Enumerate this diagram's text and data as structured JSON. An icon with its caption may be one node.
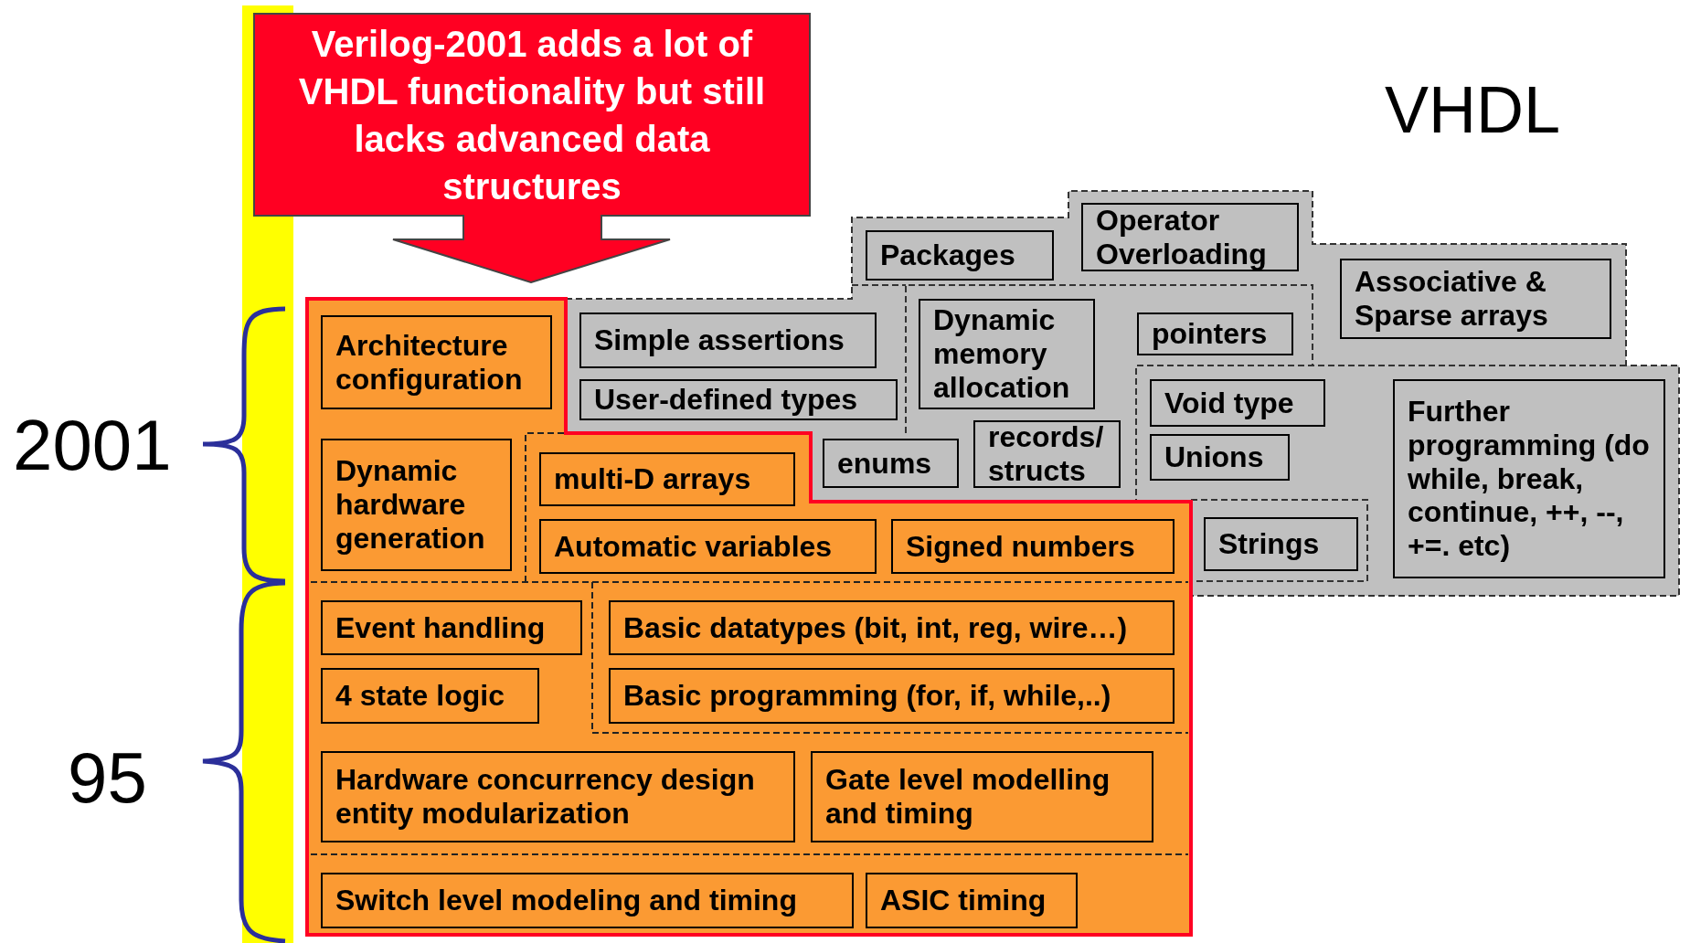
{
  "diagram": {
    "nodes": [
      {
        "text": [
          "Verilog-2001 adds a lot of VHDL functionality but still lacks advanced data structures"
        ]
      },
      {
        "text": [
          "Packages"
        ]
      },
      {
        "text": [
          "Operator Overloading"
        ]
      },
      {
        "text": [
          "Architecture configuration"
        ]
      },
      {
        "text": [
          "Simple assertions"
        ]
      },
      {
        "text": [
          "Dynamic memory allocation"
        ]
      },
      {
        "text": [
          "pointers"
        ]
      },
      {
        "text": [
          "Associative & Sparse arrays"
        ]
      },
      {
        "text": [
          "User-defined types"
        ]
      },
      {
        "text": [
          "Void type"
        ]
      },
      {
        "text": [
          "Further programming (do while, break, continue, ++, --, +=. etc)"
        ]
      },
      {
        "text": [
          "Dynamic hardware generation"
        ]
      },
      {
        "text": [
          "multi-D arrays"
        ]
      },
      {
        "text": [
          "enums"
        ]
      },
      {
        "text": [
          "records/ structs"
        ]
      },
      {
        "text": [
          "Unions"
        ]
      },
      {
        "text": [
          "Automatic variables"
        ]
      },
      {
        "text": [
          "Signed numbers"
        ]
      },
      {
        "text": [
          "Strings"
        ]
      },
      {
        "text": [
          "Event handling"
        ]
      },
      {
        "text": [
          "Basic datatypes (bit, int, reg, wire…)"
        ]
      },
      {
        "text": [
          "4 state logic"
        ]
      },
      {
        "text": [
          "Basic programming (for, if, while,..)"
        ]
      },
      {
        "text": [
          "Hardware concurrency design entity modularization"
        ]
      },
      {
        "text": [
          "Gate level modelling and timing"
        ]
      },
      {
        "text": [
          "Switch level modeling and timing"
        ]
      },
      {
        "text": [
          "ASIC timing"
        ]
      }
    ],
    "labels": [
      "VHDL",
      "2001",
      "95"
    ]
  }
}
